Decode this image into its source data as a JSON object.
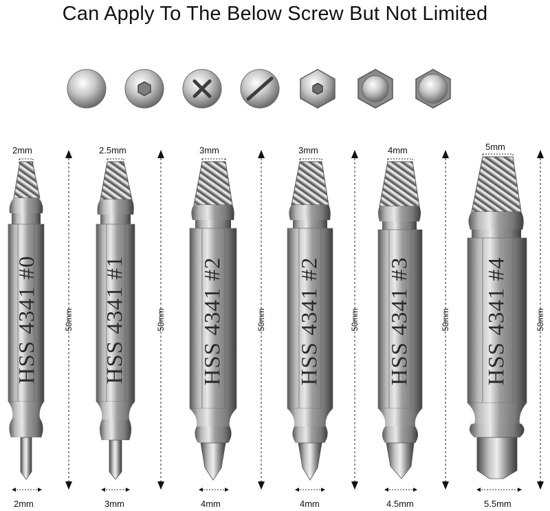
{
  "headline": "Can Apply To The Below Screw But Not Limited",
  "screw_types": [
    {
      "icon": "round-dome-screw-icon"
    },
    {
      "icon": "hex-socket-screw-icon"
    },
    {
      "icon": "phillips-screw-icon"
    },
    {
      "icon": "slotted-screw-icon"
    },
    {
      "icon": "hex-head-socket-screw-icon"
    },
    {
      "icon": "hex-bolt-round-top-icon"
    },
    {
      "icon": "hex-bolt-flat-top-icon"
    }
  ],
  "bits": [
    {
      "engraving": "HSS 4341 #0",
      "tip_size": "2mm",
      "shank_size": "2mm",
      "length": "50mm"
    },
    {
      "engraving": "HSS 4341 #1",
      "tip_size": "2.5mm",
      "shank_size": "3mm",
      "length": "50mm"
    },
    {
      "engraving": "HSS 4341 #2",
      "tip_size": "3mm",
      "shank_size": "4mm",
      "length": "50mm"
    },
    {
      "engraving": "HSS 4341 #2",
      "tip_size": "3mm",
      "shank_size": "4mm",
      "length": "50mm"
    },
    {
      "engraving": "HSS 4341 #3",
      "tip_size": "4mm",
      "shank_size": "4.5mm",
      "length": "50mm"
    },
    {
      "engraving": "HSS 4341 #4",
      "tip_size": "5mm",
      "shank_size": "5.5mm",
      "length": "50mm"
    }
  ],
  "colors": {
    "steel_light": "#d9d9d9",
    "steel_mid": "#9a9a9a",
    "steel_dark": "#5a5a5a",
    "text": "#111111"
  }
}
